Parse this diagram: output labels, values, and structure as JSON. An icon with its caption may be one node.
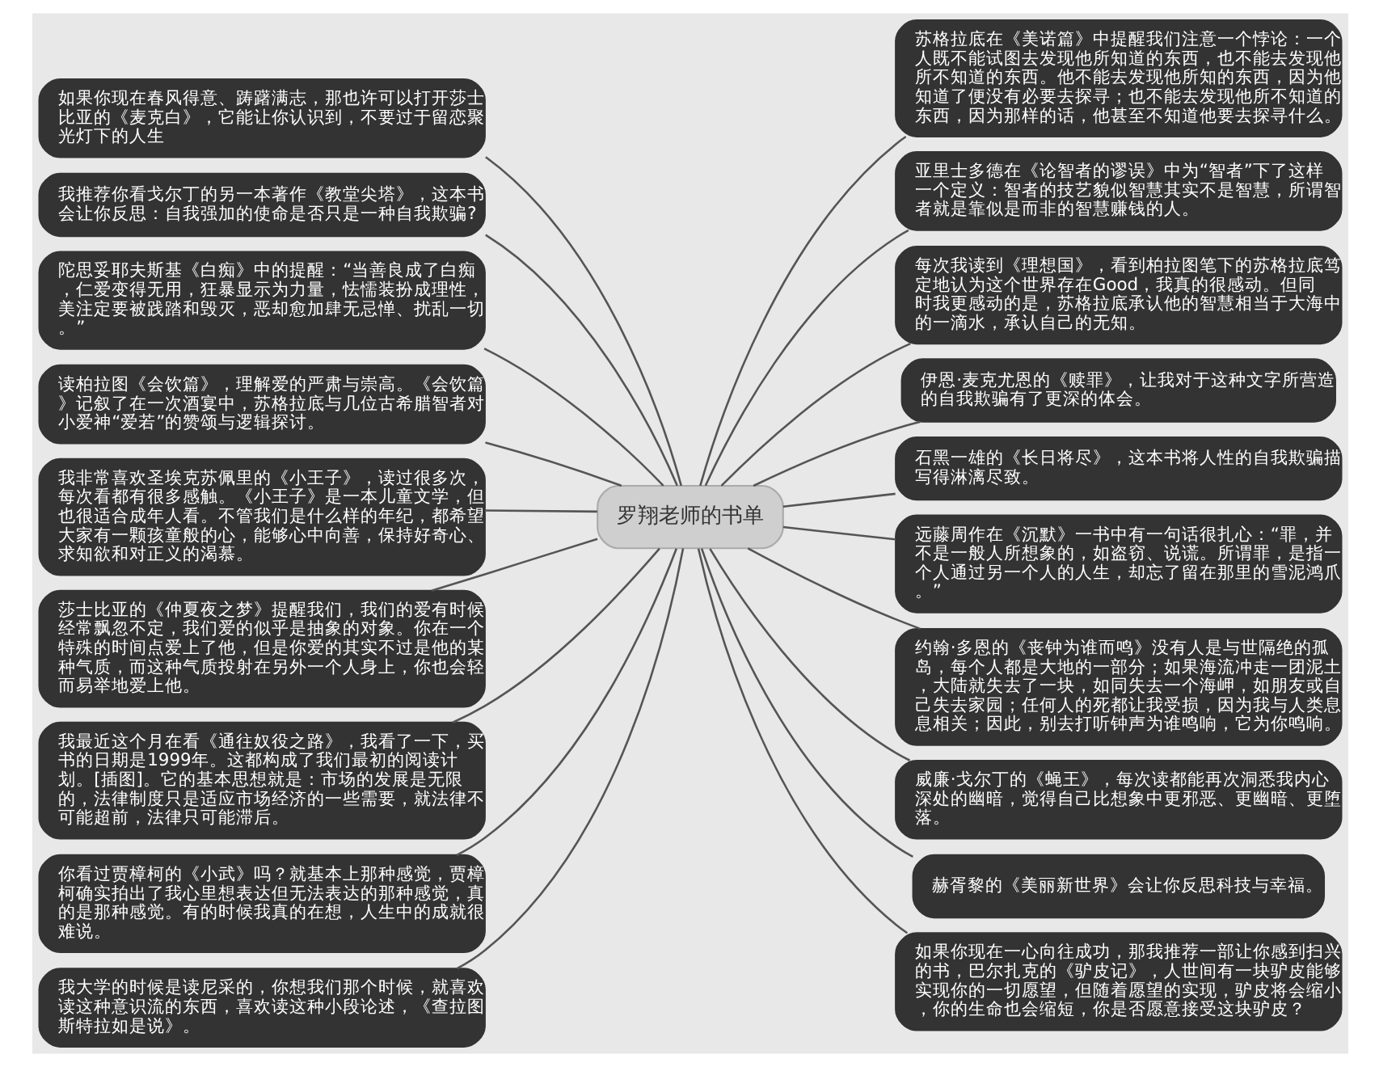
{
  "diagram": {
    "nodes": [
      {
        "text": [
          "罗翔老师的书单"
        ]
      },
      {
        "text": [
          "如果你现在春风得意、踌躇满志，那也许可以打开莎士比亚的《麦克白》，它能让你认识到，不要过于留恋聚光灯下的人生"
        ]
      },
      {
        "text": [
          "我推荐你看戈尔丁的另一本著作《教堂尖塔》，这本书会让你反思：自我强加的使命是否只是一种自我欺骗?"
        ]
      },
      {
        "text": [
          "陀思妥耶夫斯基《白痴》中的提醒：“当善良成了白痴，仁爱变得无用，狂暴显示为力量，怯懦装扮成理性，美注定要被践踏和毁灭，恶却愈加肆无忌惮、扰乱一切。”"
        ]
      },
      {
        "text": [
          "读柏拉图《会饮篇》，理解爱的严肃与崇高。《会饮篇》记叙了在一次酒宴中，苏格拉底与几位古希腊智者对小爱神“爱若”的赞颂与逻辑探讨。"
        ]
      },
      {
        "text": [
          "我非常喜欢圣埃克苏佩里的《小王子》，读过很多次，每次看都有很多感触。《小王子》是一本儿童文学，但也很适合成年人看。不管我们是什么样的年纪，都希望大家有一颗孩童般的心，能够心中向善，保持好奇心、求知欲和对正义的渴慕。"
        ]
      },
      {
        "text": [
          "莎士比亚的《仲夏夜之梦》提醒我们，我们的爱有时候经常飘忽不定，我们爱的似乎是抽象的对象。你在一个特殊的时间点爱上了他，但是你爱的其实不过是他的某种气质，而这种气质投射在另外一个人身上，你也会轻而易举地爱上他。"
        ]
      },
      {
        "text": [
          "我最近这个月在看《通往奴役之路》，我看了一下，买书的日期是1999年。这都构成了我们最初的阅读计划。[插图]。它的基本思想就是：市场的发展是无限的，法律制度只是适应市场经济的一些需要，就法律不可能超前，法律只可能滞后。"
        ]
      },
      {
        "text": [
          "你看过贾樟柯的《小武》吗？就基本上那种感觉，贾樟柯确实拍出了我心里想表达但无法表达的那种感觉，真的是那种感觉。有的时候我真的在想，人生中的成就很难说。"
        ]
      },
      {
        "text": [
          "我大学的时候是读尼采的，你想我们那个时候，就喜欢读这种意识流的东西，喜欢读这种小段论述，《查拉图斯特拉如是说》。"
        ]
      },
      {
        "text": [
          "苏格拉底在《美诺篇》中提醒我们注意一个悖论：一个人既不能试图去发现他所知道的东西，也不能去发现他所不知道的东西。他不能去发现他所知的东西，因为他知道了便没有必要去探寻；也不能去发现他所不知道的东西，因为那样的话，他甚至不知道他要去探寻什么。"
        ]
      },
      {
        "text": [
          "亚里士多德在《论智者的谬误》中为“智者”下了这样一个定义：智者的技艺貌似智慧其实不是智慧，所谓智者就是靠似是而非的智慧赚钱的人。"
        ]
      },
      {
        "text": [
          "每次我读到《理想国》，看到柏拉图笔下的苏格拉底笃定地认为这个世界存在Good，我真的很感动。但同时我更感动的是，苏格拉底承认他的智慧相当于大海中的一滴水，承认自己的无知。"
        ]
      },
      {
        "text": [
          "伊恩·麦克尤恩的《赎罪》，让我对于这种文字所营造的自我欺骗有了更深的体会。"
        ]
      },
      {
        "text": [
          "石黑一雄的《长日将尽》，这本书将人性的自我欺骗描写得淋漓尽致。"
        ]
      },
      {
        "text": [
          "远藤周作在《沉默》一书中有一句话很扎心：“罪，并不是一般人所想象的，如盗窃、说谎。所谓罪，是指一个人通过另一个人的人生，却忘了留在那里的雪泥鸿爪。”"
        ]
      },
      {
        "text": [
          "约翰·多恩的《丧钟为谁而鸣》没有人是与世隔绝的孤岛，每个人都是大地的一部分；如果海流冲走一团泥土，大陆就失去了一块，如同失去一个海岬，如朋友或自己失去家园；任何人的死都让我受损，因为我与人类息息相关；因此，别去打听钟声为谁鸣响，它为你鸣响。"
        ]
      },
      {
        "text": [
          "威廉·戈尔丁的《蝇王》，每次读都能再次洞悉我内心深处的幽暗，觉得自己比想象中更邪恶、更幽暗、更堕落。"
        ]
      },
      {
        "text": [
          "赫胥黎的《美丽新世界》会让你反思科技与幸福。"
        ]
      },
      {
        "text": [
          "如果你现在一心向往成功，那我推荐一部让你感到扫兴的书，巴尔扎克的《驴皮记》，人世间有一块驴皮能够实现你的一切愿望，但随着愿望的实现，驴皮将会缩小，你的生命也会缩短，你是否愿意接受这块驴皮？"
        ]
      }
    ],
    "edges": [
      {
        "from": 0,
        "to": 1,
        "arrow": "none"
      },
      {
        "from": 0,
        "to": 2,
        "arrow": "none"
      },
      {
        "from": 0,
        "to": 3,
        "arrow": "none"
      },
      {
        "from": 0,
        "to": 4,
        "arrow": "none"
      },
      {
        "from": 0,
        "to": 5,
        "arrow": "none"
      },
      {
        "from": 0,
        "to": 6,
        "arrow": "none"
      },
      {
        "from": 0,
        "to": 7,
        "arrow": "none"
      },
      {
        "from": 0,
        "to": 8,
        "arrow": "none"
      },
      {
        "from": 0,
        "to": 9,
        "arrow": "none"
      },
      {
        "from": 0,
        "to": 10,
        "arrow": "none"
      },
      {
        "from": 0,
        "to": 11,
        "arrow": "none"
      },
      {
        "from": 0,
        "to": 12,
        "arrow": "none"
      },
      {
        "from": 0,
        "to": 13,
        "arrow": "none"
      },
      {
        "from": 0,
        "to": 14,
        "arrow": "none"
      },
      {
        "from": 0,
        "to": 15,
        "arrow": "none"
      },
      {
        "from": 0,
        "to": 16,
        "arrow": "none"
      },
      {
        "from": 0,
        "to": 17,
        "arrow": "none"
      },
      {
        "from": 0,
        "to": 18,
        "arrow": "none"
      },
      {
        "from": 0,
        "to": 19,
        "arrow": "none"
      }
    ]
  }
}
